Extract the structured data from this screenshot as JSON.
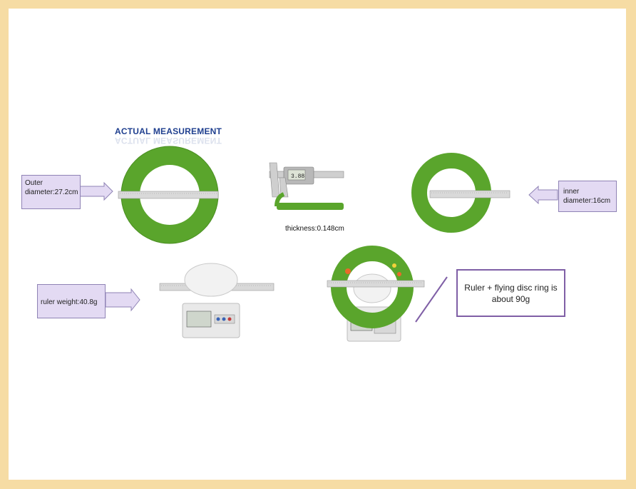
{
  "title": "ACTUAL MEASUREMENT",
  "callouts": {
    "outer": "Outer diameter:27.2cm",
    "inner": "inner diameter:16cm",
    "thickness": "thickness:0.148cm",
    "ruler_weight": "ruler weight:40.8g",
    "total_weight": "Ruler + flying disc ring is about 90g"
  },
  "caliper_reading": "3.88",
  "colors": {
    "background_border": "#f6dca4",
    "ring_green": "#5aa52c",
    "callout_fill": "#e3daf3",
    "note_border": "#7f5fa6"
  }
}
